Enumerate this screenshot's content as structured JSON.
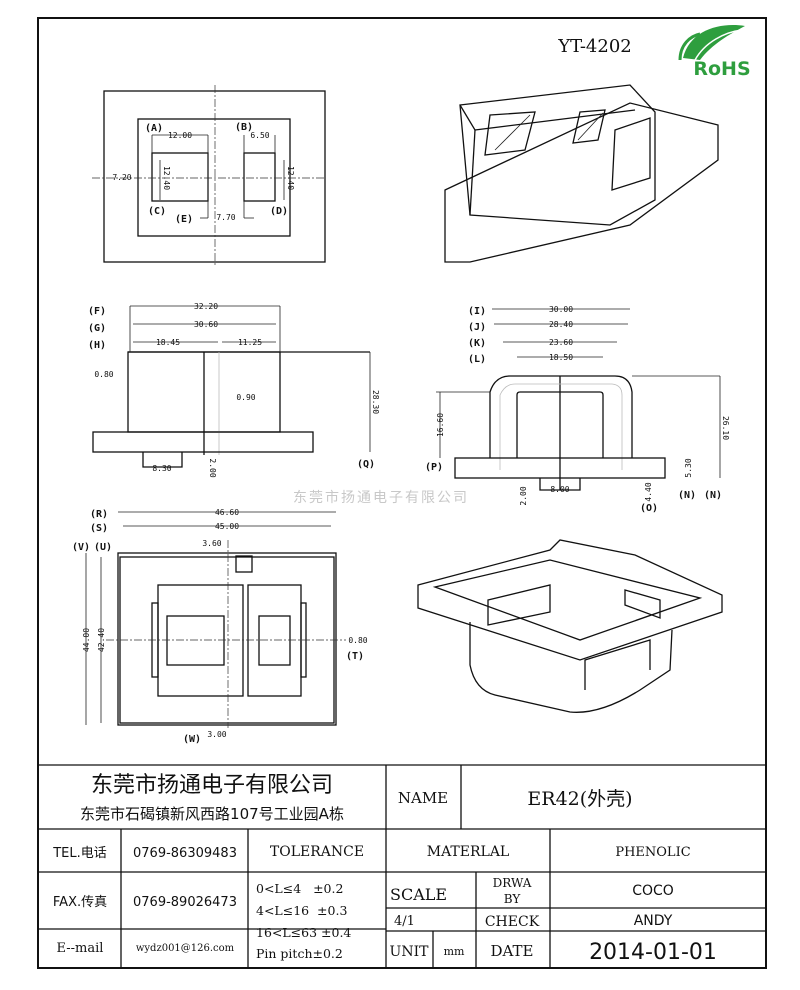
{
  "header": {
    "part_number": "YT-4202",
    "rohs_label": "RoHS"
  },
  "watermark": "东莞市扬通电子有限公司",
  "views": {
    "top_view": {
      "labels": [
        "(A)",
        "(B)",
        "(C)",
        "(D)",
        "(E)"
      ],
      "dims": {
        "a": "12.00",
        "b": "6.50",
        "c": "12.40",
        "d": "12.40",
        "e": "7.70",
        "left": "7.20"
      }
    },
    "front_view": {
      "labels": [
        "(F)",
        "(G)",
        "(H)",
        "(Q)"
      ],
      "dims": {
        "f": "32.20",
        "g": "30.60",
        "h1": "18.45",
        "h2": "11.25",
        "wall": "0.80",
        "gap": "0.90",
        "height": "28.30",
        "tab": "8.30",
        "base": "2.00"
      }
    },
    "side_view": {
      "labels": [
        "(I)",
        "(J)",
        "(K)",
        "(L)",
        "(P)",
        "(N)",
        "(N)",
        "(O)"
      ],
      "dims": {
        "i": "30.00",
        "j": "28.40",
        "k": "23.60",
        "l": "18.50",
        "p": "16.60",
        "height": "26.10",
        "tab": "8.00",
        "base": "2.00",
        "o": "4.40",
        "n": "5.30"
      }
    },
    "bottom_view": {
      "labels": [
        "(R)",
        "(S)",
        "(V)",
        "(U)",
        "(T)",
        "(W)"
      ],
      "dims": {
        "r": "46.60",
        "s": "45.00",
        "slot": "3.60",
        "v": "44.00",
        "u": "42.40",
        "t": "0.80",
        "w": "3.00"
      }
    }
  },
  "title_block": {
    "company": "东莞市扬通电子有限公司",
    "address": "东莞市石碣镇新风西路107号工业园A栋",
    "name_label": "NAME",
    "name_value": "ER42(外壳)",
    "tel_label": "TEL.电话",
    "tel_value": "0769-86309483",
    "fax_label": "FAX.传真",
    "fax_value": "0769-89026473",
    "email_label": "E--mail",
    "email_value": "wydz001@126.com",
    "tolerance_label": "TOLERANCE",
    "tolerances": [
      "0<L≤4   ±0.2",
      "4<L≤16  ±0.3",
      "16<L≤63 ±0.4",
      "Pin pitch±0.2"
    ],
    "material_label": "MATERLAL",
    "material_value": "PHENOLIC",
    "scale_label": "SCALE",
    "scale_value": "4/1",
    "unit_label": "UNIT",
    "unit_value": "mm",
    "drawn_label_1": "DRWA",
    "drawn_label_2": "BY",
    "drawn_value": "COCO",
    "check_label": "CHECK",
    "check_value": "ANDY",
    "date_label": "DATE",
    "date_value": "2014-01-01"
  }
}
